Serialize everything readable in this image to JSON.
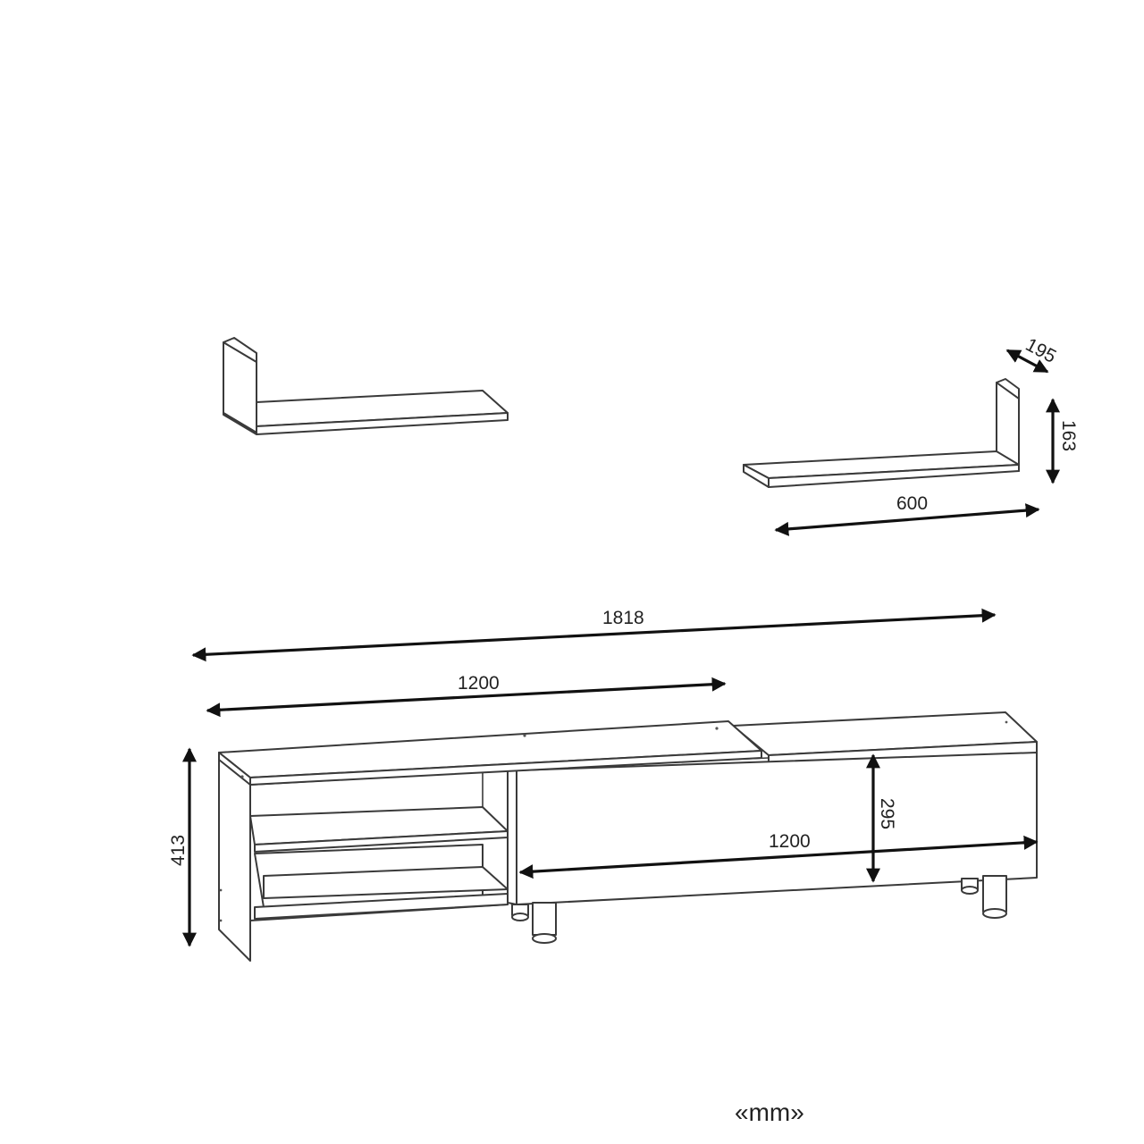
{
  "dimensions": {
    "shelf_depth": "195",
    "shelf_height": "163",
    "shelf_width": "600",
    "overall_width": "1818",
    "module_width_top": "1200",
    "module_width_bottom": "1200",
    "unit_height": "413",
    "door_height": "295"
  },
  "units_label": "«mm»"
}
